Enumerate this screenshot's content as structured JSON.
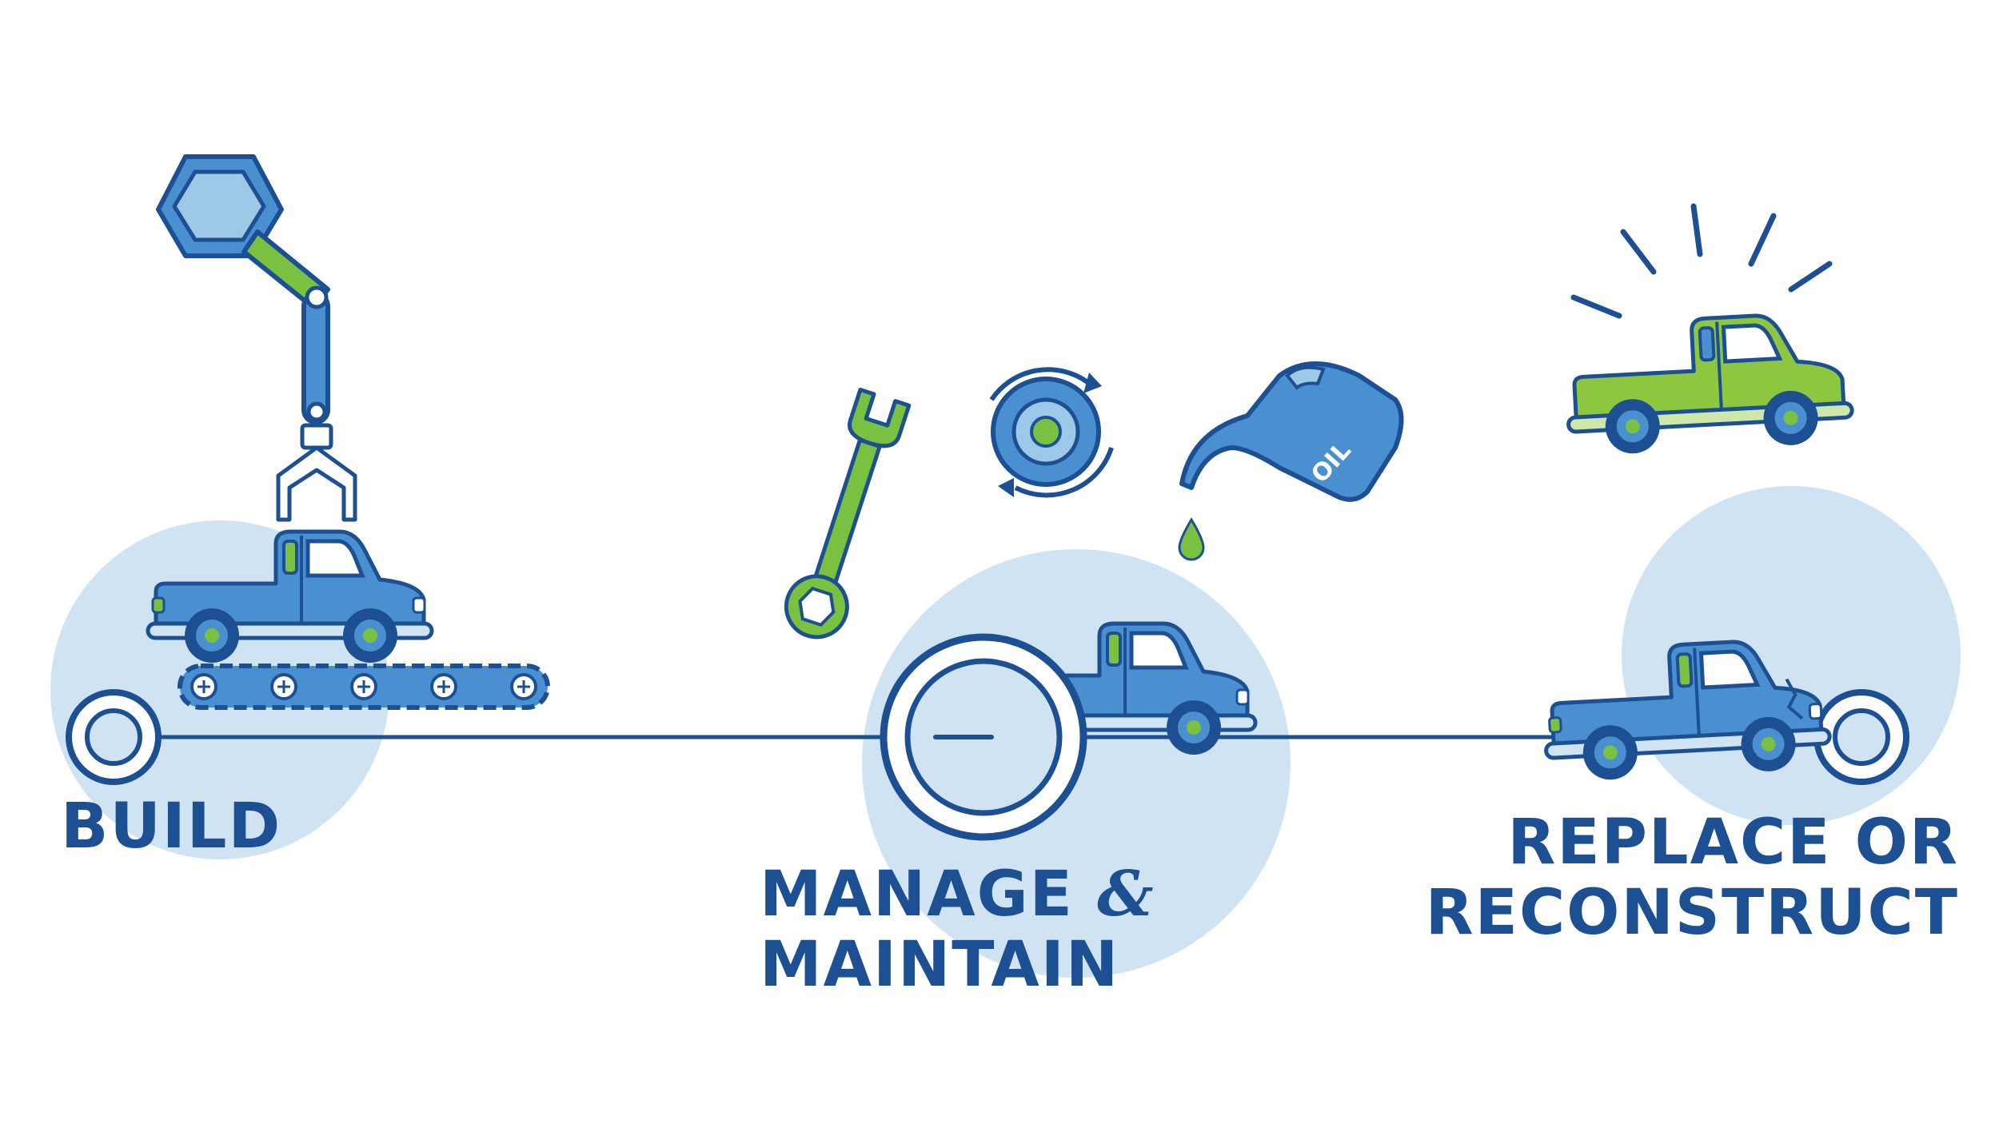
{
  "stages": {
    "build": {
      "label": "BUILD"
    },
    "manage": {
      "line1": "MANAGE",
      "amp": "&",
      "line2": "MAINTAIN"
    },
    "replace": {
      "line1": "REPLACE OR",
      "line2": "RECONSTRUCT"
    }
  },
  "oil_can_label": "OIL",
  "colors": {
    "navy": "#1d4f93",
    "blue": "#4a8fcf",
    "light_blue": "#cfe3f3",
    "pale_blue": "#9dc8e8",
    "green": "#7ac142"
  }
}
